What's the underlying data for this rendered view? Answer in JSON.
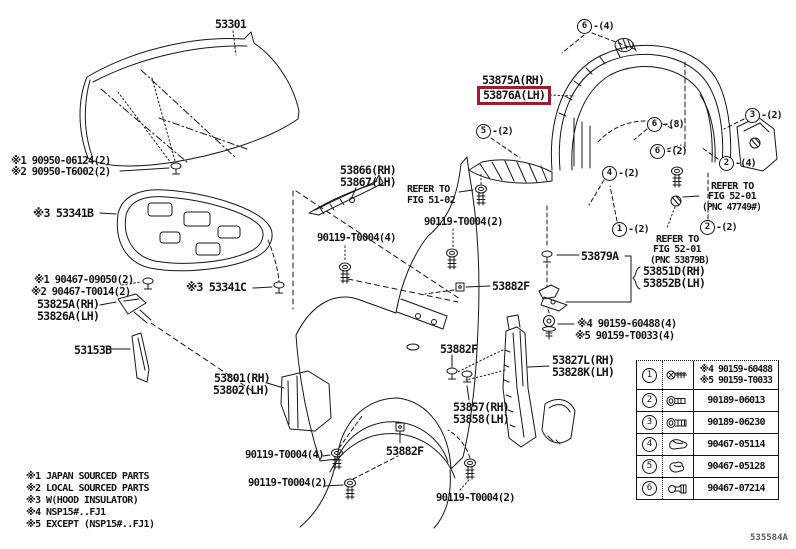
{
  "highlight_color": "#9e1b32",
  "callouts": {
    "hood": "53301",
    "hood_clip_1": "※1 90950-06124(2)",
    "hood_clip_2": "※2 90950-T6002(2)",
    "insulator": "※3 53341B",
    "insulator_clip": "※3 53341C",
    "cushion_clip_1": "※1 90467-09050(2)",
    "cushion_clip_2": "※2 90467-T0014(2)",
    "cushion_rh": "53825A(RH)",
    "cushion_lh": "53826A(LH)",
    "seal": "53153B",
    "fender_rh": "53801(RH)",
    "fender_lh": "53802(LH)",
    "brace_rh": "53866(RH)",
    "brace_lh": "53867(LH)",
    "liner_rh": "53875A(RH)",
    "liner_lh": "53876A(LH)",
    "protector": "53879A",
    "bracket_rh": "53851D(RH)",
    "bracket_lh": "53852B(LH)",
    "screw_1": "※4 90159-60488(4)",
    "screw_2": "※5 90159-T0033(4)",
    "pad": "53882F",
    "splash_rh": "53827L(RH)",
    "splash_lh": "53828K(LH)",
    "retainer_rh": "53857(RH)",
    "retainer_lh": "53858(LH)",
    "bolt_4": "90119-T0004(4)",
    "bolt_2": "90119-T0004(2)"
  },
  "refer_notes": {
    "fig5102_l1": "REFER TO",
    "fig5102_l2": "FIG 51-02",
    "fig5201a_l1": "REFER TO",
    "fig5201a_l2": "FIG 52-01",
    "fig5201a_l3": "(PNC 47749#)",
    "fig5201b_l1": "REFER TO",
    "fig5201b_l2": "FIG 52-01",
    "fig5201b_l3": "(PNC 53879B)"
  },
  "markers": [
    {
      "num": "6",
      "suffix": "-(4)"
    },
    {
      "num": "5",
      "suffix": "-(2)"
    },
    {
      "num": "6",
      "suffix": "-(8)"
    },
    {
      "num": "3",
      "suffix": "-(2)"
    },
    {
      "num": "6",
      "suffix": "-(2)"
    },
    {
      "num": "2",
      "suffix": "-(4)"
    },
    {
      "num": "4",
      "suffix": "-(2)"
    },
    {
      "num": "1",
      "suffix": "-(2)"
    },
    {
      "num": "2",
      "suffix": "-(2)"
    }
  ],
  "table": {
    "rows": [
      {
        "num": "1",
        "icon": "screw-icon",
        "parts": [
          "※4 90159-60488",
          "※5 90159-T0033"
        ]
      },
      {
        "num": "2",
        "icon": "bolt-icon",
        "parts": [
          "90189-06013"
        ]
      },
      {
        "num": "3",
        "icon": "bolt-icon",
        "parts": [
          "90189-06230"
        ]
      },
      {
        "num": "4",
        "icon": "clip-icon",
        "parts": [
          "90467-05114"
        ]
      },
      {
        "num": "5",
        "icon": "clip-icon",
        "parts": [
          "90467-05128"
        ]
      },
      {
        "num": "6",
        "icon": "grommet-icon",
        "parts": [
          "90467-07214"
        ]
      }
    ]
  },
  "legend": [
    "※1 JAPAN SOURCED PARTS",
    "※2 LOCAL SOURCED PARTS",
    "※3 W(HOOD INSULATOR)",
    "※4 NSP15#..FJ1",
    "※5 EXCEPT (NSP15#..FJ1)"
  ],
  "footer_code": "535584A"
}
